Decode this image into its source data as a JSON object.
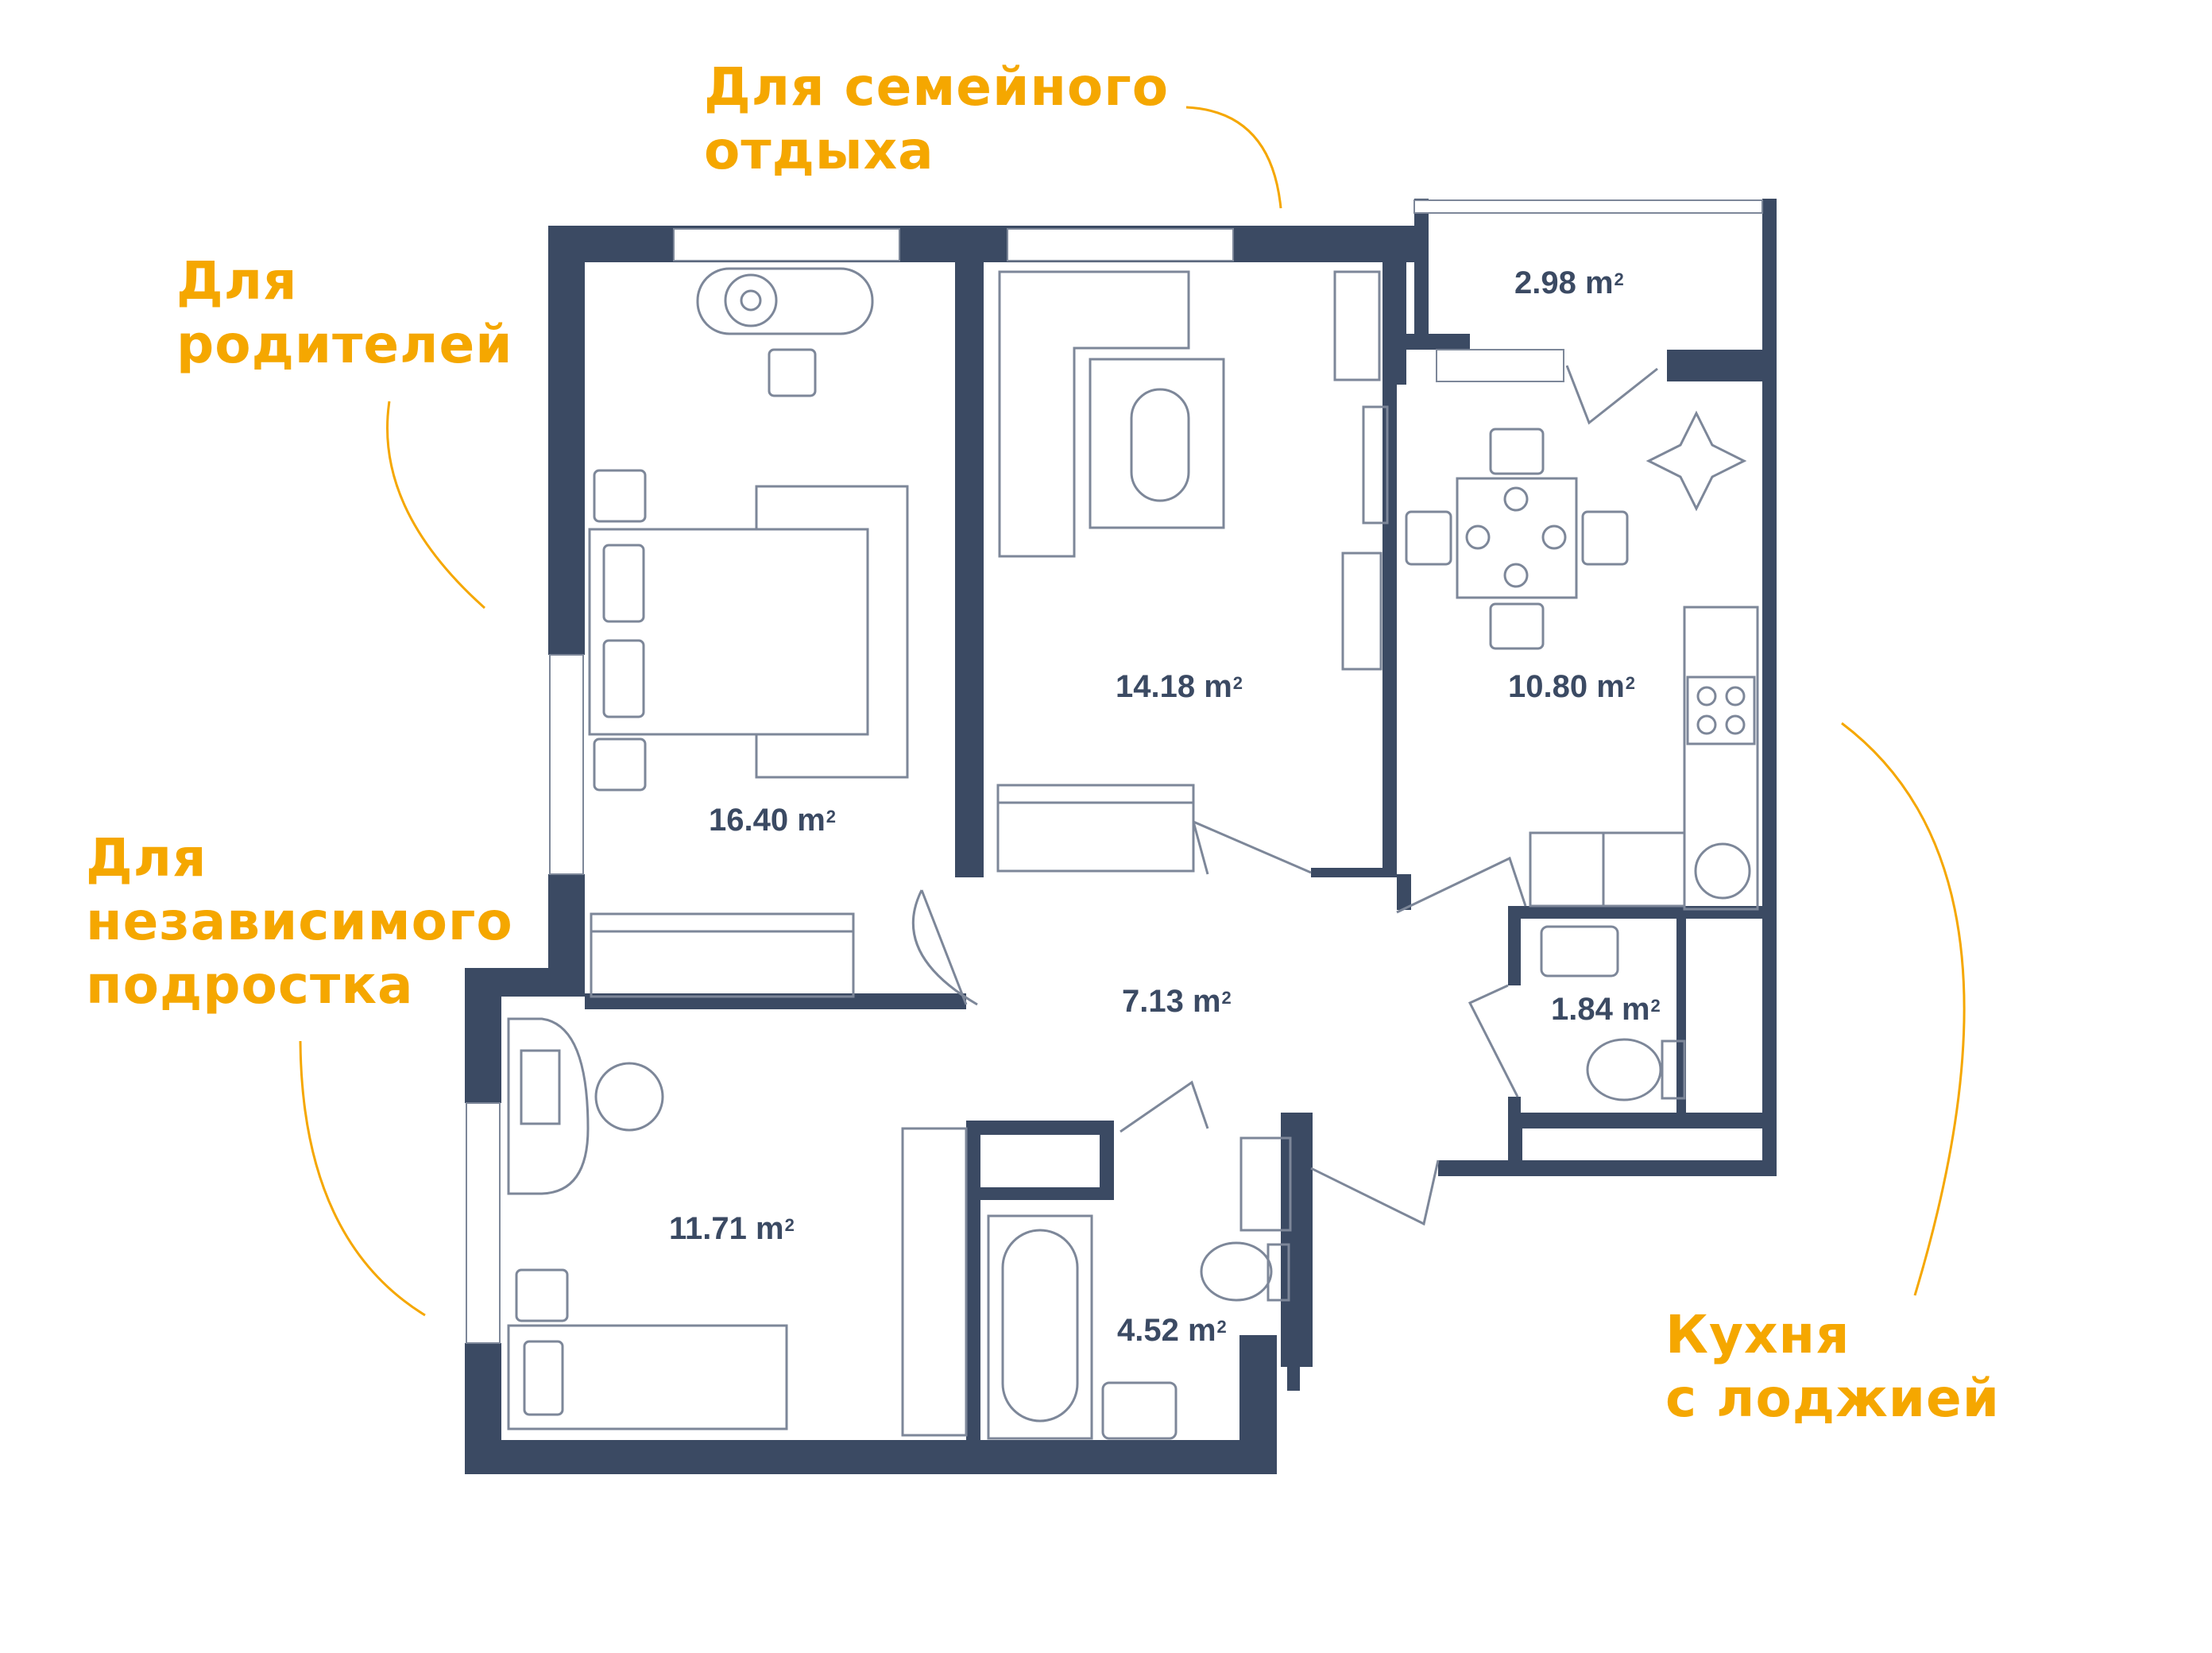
{
  "colors": {
    "wall": "#3b4a63",
    "furniture": "#7d8799",
    "accent": "#f5a700",
    "background": "#ffffff"
  },
  "callouts": {
    "family": "Для семейного\nотдыха",
    "parents": "Для\nродителей",
    "teen": "Для\nнезависимого\nподростка",
    "kitchen": "Кухня\nс лоджией"
  },
  "rooms": {
    "bedroom_parents": {
      "area": "16.40 m",
      "unit_sup": "2"
    },
    "living_room": {
      "area": "14.18 m",
      "unit_sup": "2"
    },
    "loggia": {
      "area": "2.98 m",
      "unit_sup": "2"
    },
    "kitchen": {
      "area": "10.80 m",
      "unit_sup": "2"
    },
    "hallway": {
      "area": "7.13 m",
      "unit_sup": "2"
    },
    "wc": {
      "area": "1.84 m",
      "unit_sup": "2"
    },
    "teen_room": {
      "area": "11.71 m",
      "unit_sup": "2"
    },
    "bathroom": {
      "area": "4.52 m",
      "unit_sup": "2"
    }
  }
}
